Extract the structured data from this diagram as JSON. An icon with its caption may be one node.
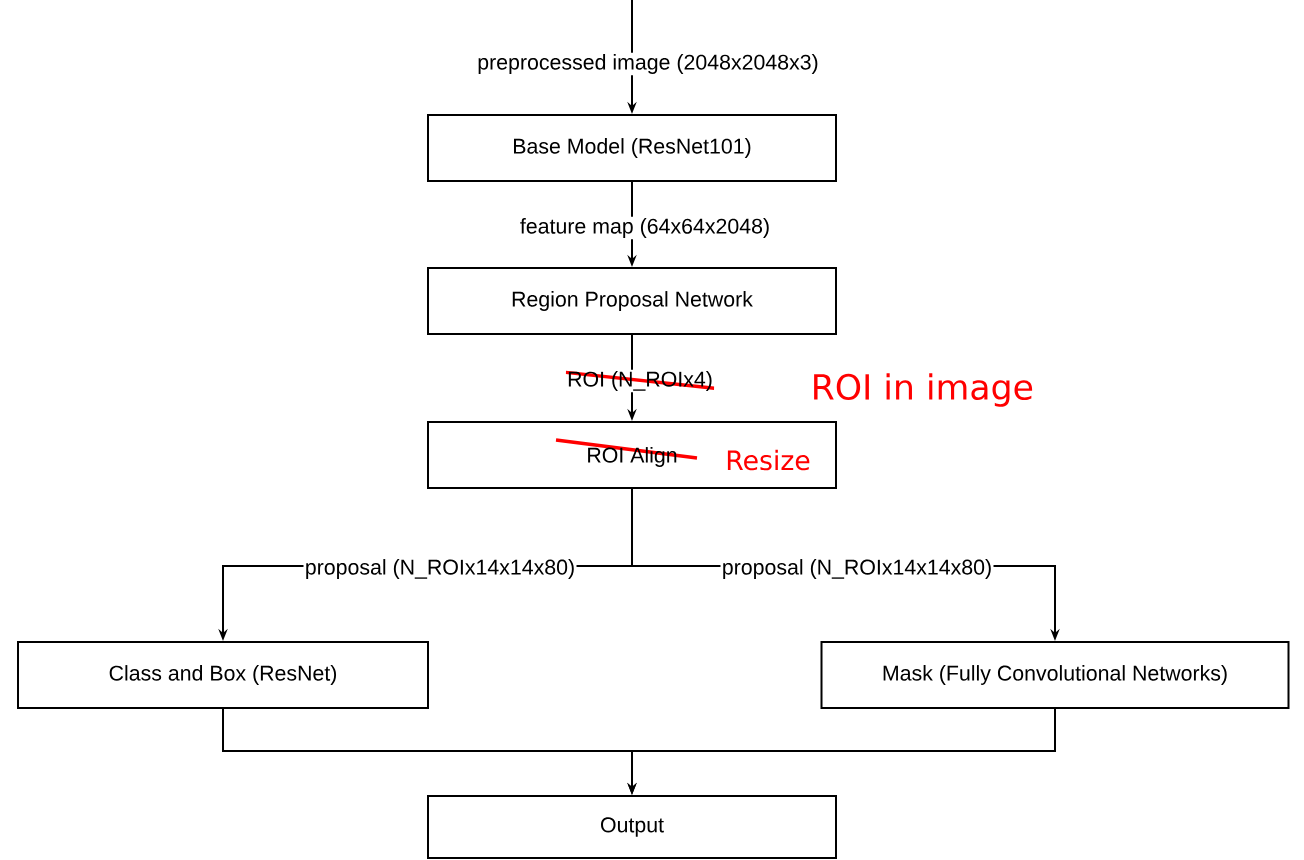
{
  "diagram": {
    "nodes": [
      {
        "text": [
          "Base Model (ResNet101)"
        ]
      },
      {
        "text": [
          "Region Proposal Network"
        ]
      },
      {
        "text": [
          "ROI Align",
          "Resize"
        ]
      },
      {
        "text": [
          "Class and Box (ResNet)"
        ]
      },
      {
        "text": [
          "Mask (Fully Convolutional Networks)"
        ]
      },
      {
        "text": [
          "Output"
        ]
      }
    ],
    "edges": [
      {
        "from": null,
        "to": 0,
        "arrow": "to",
        "label": "preprocessed image (2048x2048x3)"
      },
      {
        "from": 0,
        "to": 1,
        "arrow": "to",
        "label": "feature map (64x64x2048)"
      },
      {
        "from": 1,
        "to": 2,
        "arrow": "to",
        "label": "ROI (N_ROIx4)"
      },
      {
        "from": 2,
        "to": 3,
        "arrow": "to",
        "label": "proposal (N_ROIx14x14x80)"
      },
      {
        "from": 2,
        "to": 4,
        "arrow": "to",
        "label": "proposal (N_ROIx14x14x80)"
      },
      {
        "from": 3,
        "to": 5,
        "arrow": "to"
      },
      {
        "from": 4,
        "to": 5,
        "arrow": "to"
      }
    ],
    "labels": [
      "ROI in image"
    ]
  }
}
